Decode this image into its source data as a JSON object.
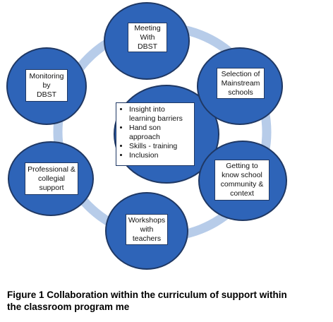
{
  "nodes": {
    "top": [
      "Meeting",
      "With",
      "DBST"
    ],
    "upper_right": [
      "Selection of",
      "Mainstream",
      "schools"
    ],
    "lower_right": [
      "Getting to",
      "know school",
      "community &",
      "context"
    ],
    "bottom": [
      "Workshops",
      "with",
      "teachers"
    ],
    "lower_left": [
      "Professional &",
      "collegial",
      "support"
    ],
    "upper_left": [
      "Monitoring",
      "by",
      "DBST"
    ]
  },
  "center_items": [
    "Insight into learning barriers",
    "Hand son approach",
    "Skills - training",
    "Inclusion"
  ],
  "caption": [
    "Figure 1 Collaboration within the curriculum of support within",
    "the classroom program me"
  ],
  "colors": {
    "ellipse_fill": "#2e64b8",
    "ellipse_stroke": "#1f3864",
    "ring": "#b7cce9"
  }
}
